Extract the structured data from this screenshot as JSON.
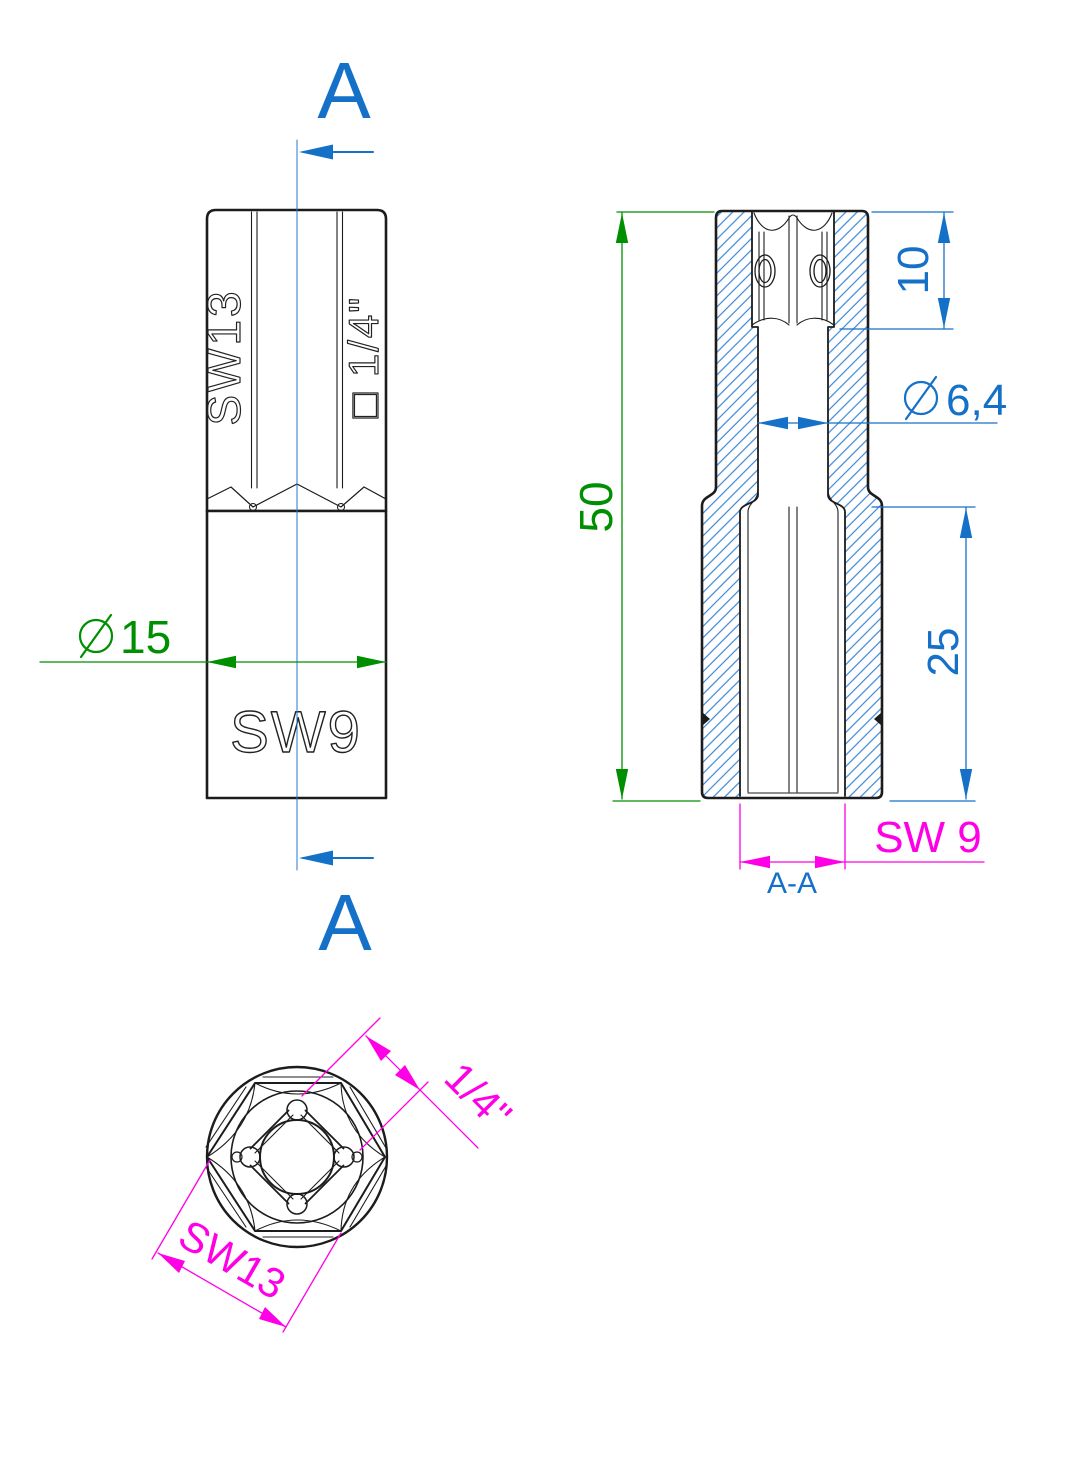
{
  "drawing": {
    "cut": {
      "label_top": "A",
      "label_bottom": "A"
    },
    "front_view": {
      "engraving_left": "SW13",
      "engraving_right": "□ 1/4\"",
      "engraving_body": "SW9",
      "dim_body_diameter": "15"
    },
    "section_view": {
      "label": "A-A",
      "dim_total_length": "50",
      "dim_drive_depth": "10",
      "dim_bore_diameter": "6,4",
      "dim_socket_depth": "25",
      "dim_socket_width": "SW 9"
    },
    "bottom_view": {
      "dim_square_drive": "1/4\"",
      "dim_hex": "SW13"
    },
    "colors": {
      "line": "#1c1c1c",
      "blue": "#1570c8",
      "green": "#008f00",
      "magenta": "#ff00e6",
      "hatch": "#3b86d6"
    }
  }
}
